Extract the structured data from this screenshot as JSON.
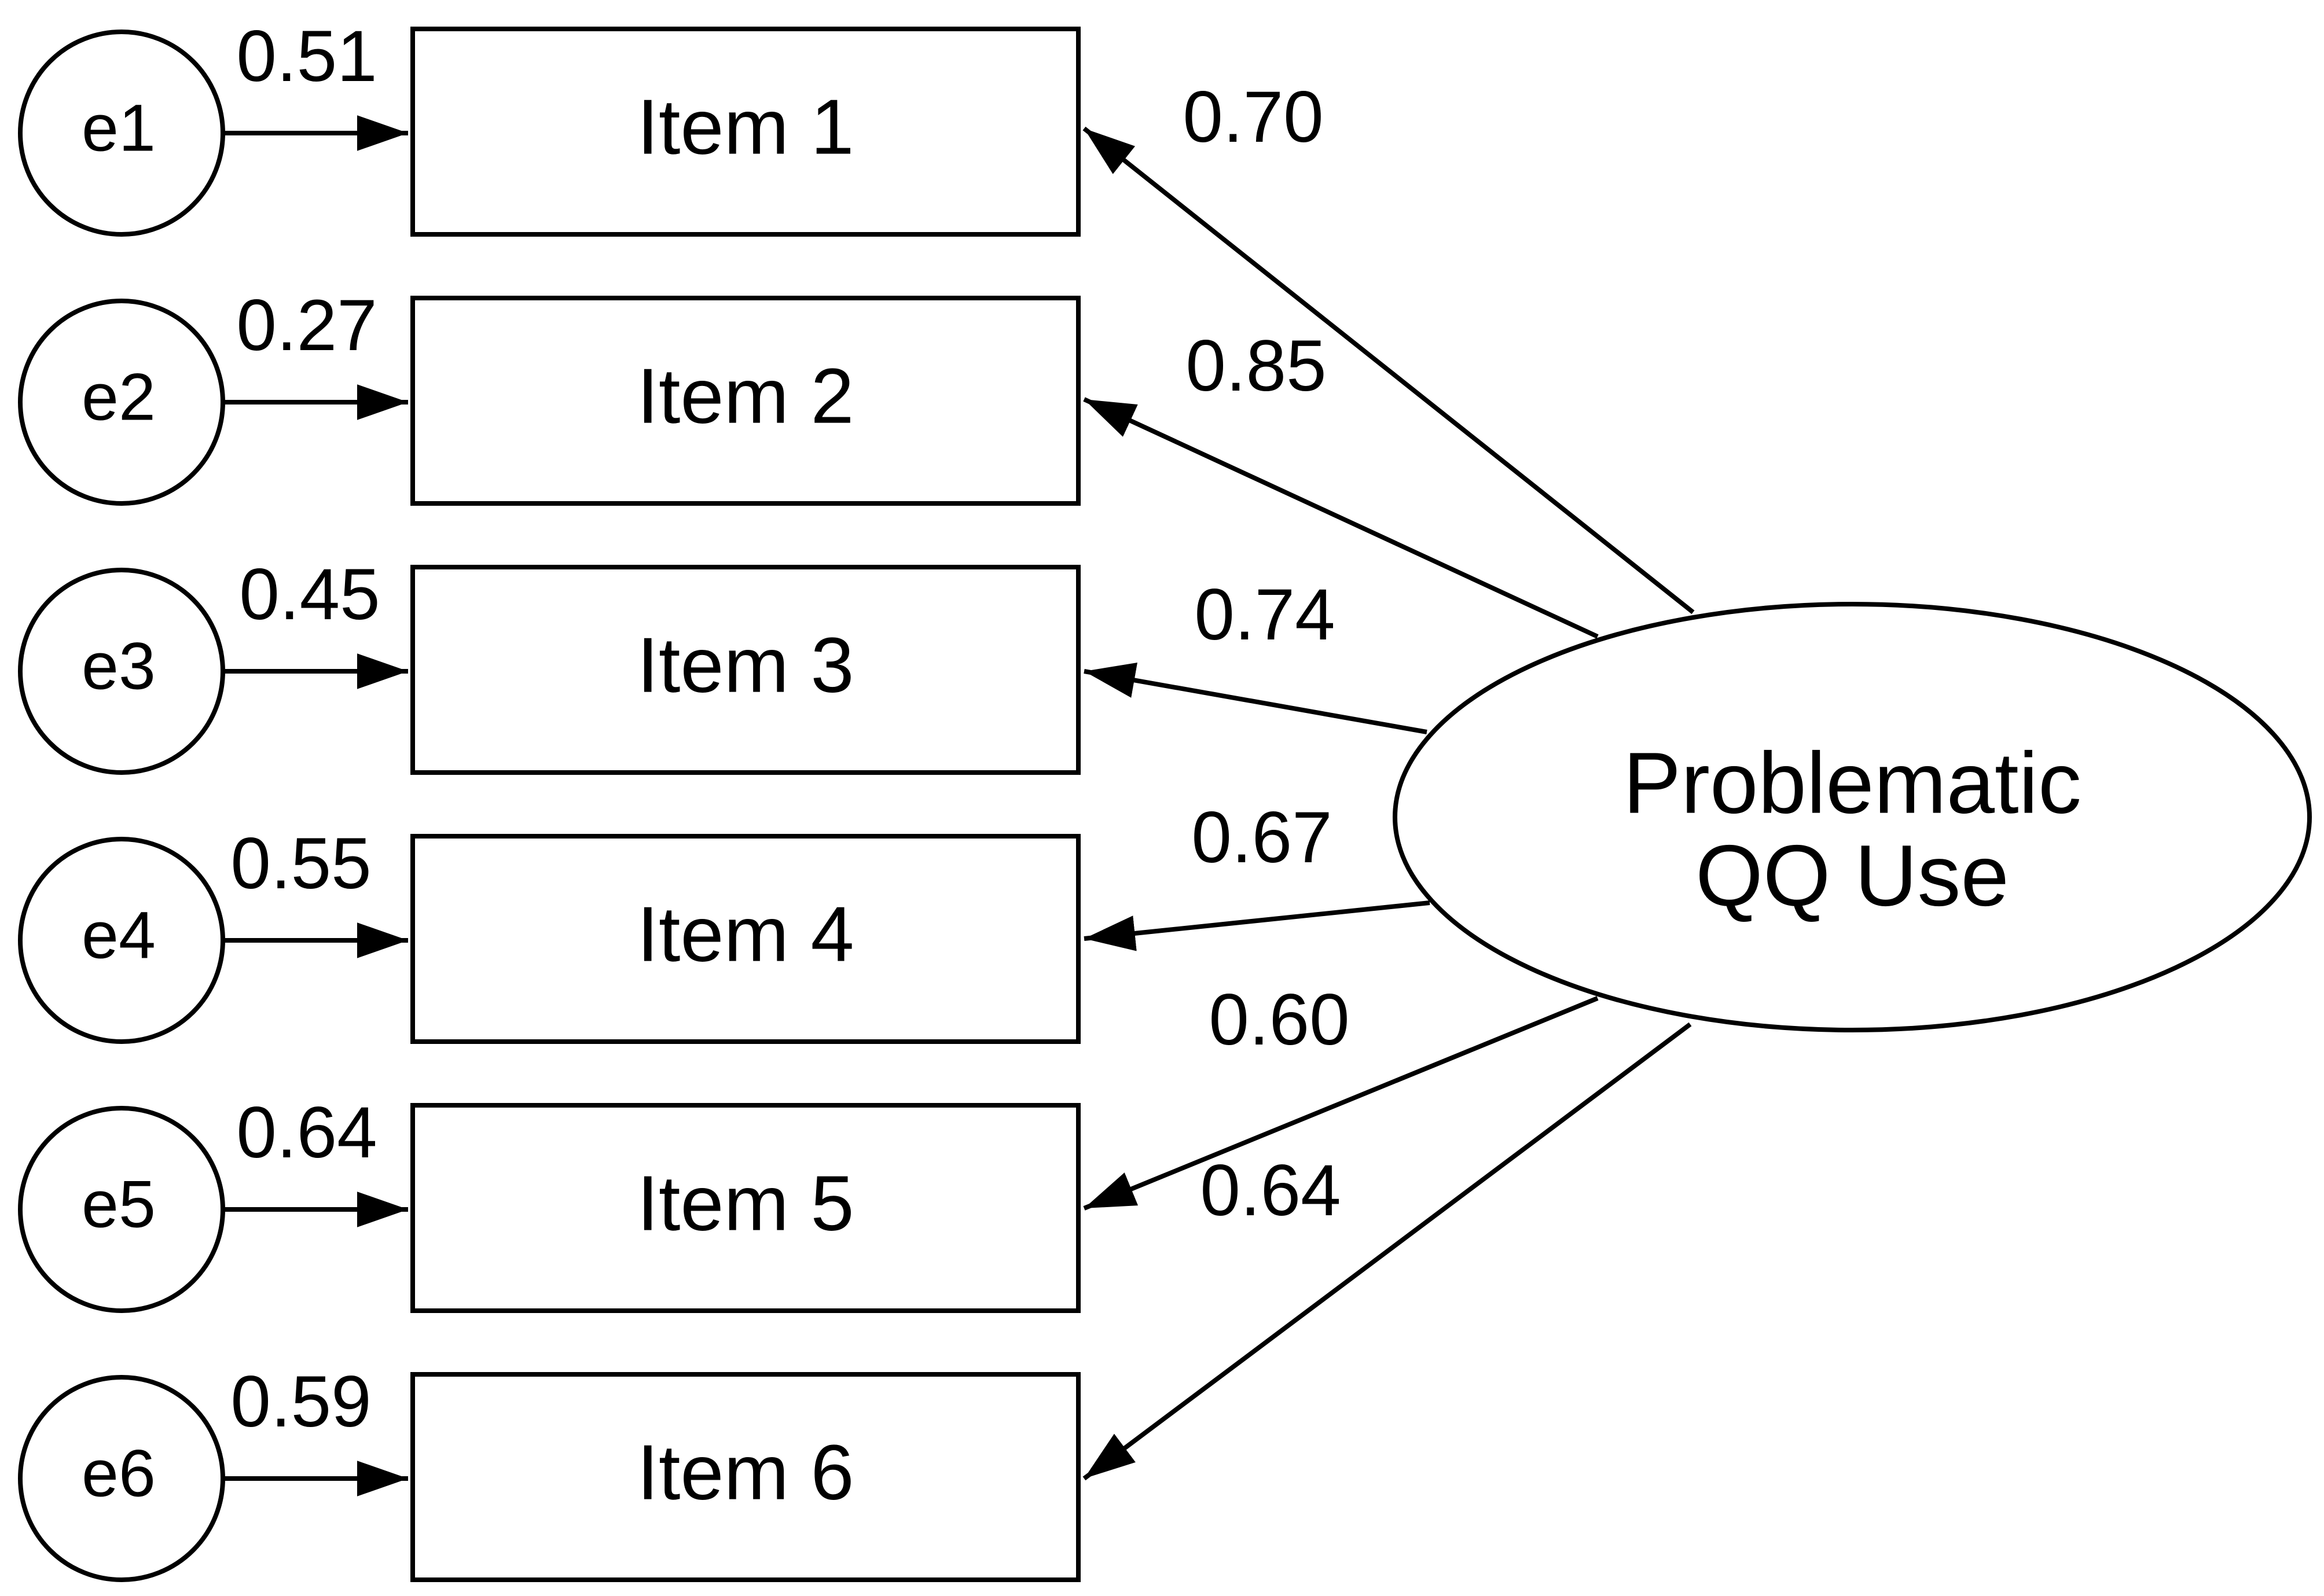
{
  "diagram": {
    "latent": {
      "lines": [
        "Problematic",
        "QQ Use"
      ]
    },
    "items": [
      {
        "label": "Item 1",
        "error": "e1",
        "error_value": "0.51",
        "loading": "0.70"
      },
      {
        "label": "Item 2",
        "error": "e2",
        "error_value": "0.27",
        "loading": "0.85"
      },
      {
        "label": "Item 3",
        "error": "e3",
        "error_value": "0.45",
        "loading": "0.74"
      },
      {
        "label": "Item 4",
        "error": "e4",
        "error_value": "0.55",
        "loading": "0.67"
      },
      {
        "label": "Item 5",
        "error": "e5",
        "error_value": "0.64",
        "loading": "0.60"
      },
      {
        "label": "Item 6",
        "error": "e6",
        "error_value": "0.59",
        "loading": "0.64"
      }
    ]
  }
}
